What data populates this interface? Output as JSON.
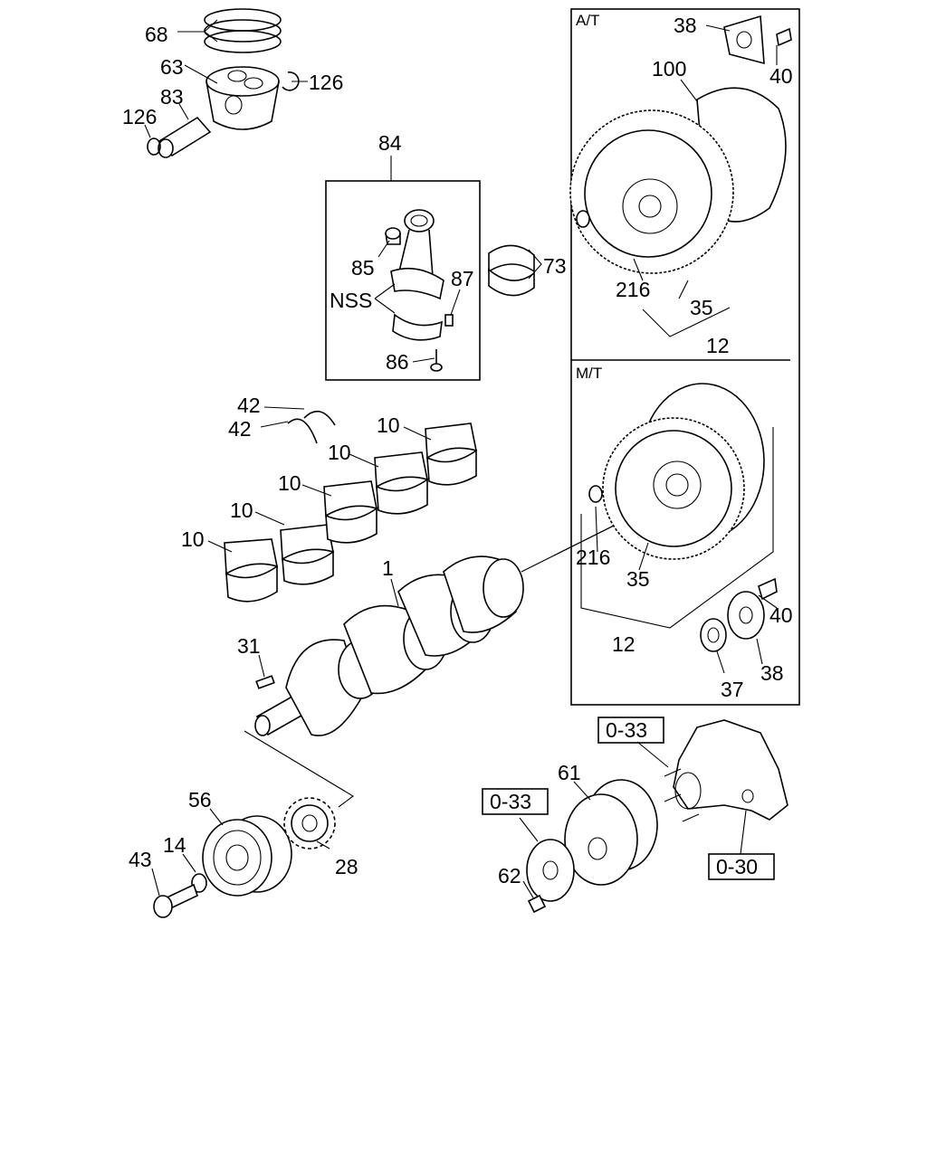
{
  "sections": {
    "at": "A/T",
    "mt": "M/T"
  },
  "labels": {
    "p68": "68",
    "p63": "63",
    "p126a": "126",
    "p83": "83",
    "p126b": "126",
    "p84": "84",
    "p85": "85",
    "p87": "87",
    "p86": "86",
    "nss": "NSS",
    "p73": "73",
    "p42a": "42",
    "p42b": "42",
    "p10a": "10",
    "p10b": "10",
    "p10c": "10",
    "p10d": "10",
    "p10e": "10",
    "p1": "1",
    "p31": "31",
    "p56": "56",
    "p14": "14",
    "p43": "43",
    "p28": "28",
    "at38": "38",
    "at40": "40",
    "at100": "100",
    "at216": "216",
    "at35": "35",
    "at12": "12",
    "mt216": "216",
    "mt35": "35",
    "mt12": "12",
    "mt40": "40",
    "mt38": "38",
    "mt37": "37",
    "p61": "61",
    "p62": "62"
  },
  "boxed_labels": {
    "b033a": "0-33",
    "b033b": "0-33",
    "b030": "0-30"
  }
}
